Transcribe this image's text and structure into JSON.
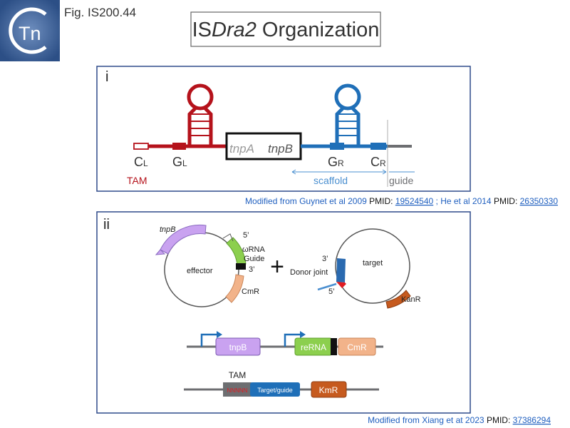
{
  "header": {
    "logo_text": "Tn",
    "fig_label": "Fig. IS200.44",
    "title_prefix": "IS",
    "title_italic": "Dra2",
    "title_suffix": " Organization"
  },
  "panel_i": {
    "label": "i",
    "left_c_main": "C",
    "left_c_sub": "L",
    "left_g_main": "G",
    "left_g_sub": "L",
    "tam": "TAM",
    "gene_a": "tnpA",
    "gene_b": "tnpB",
    "right_g_main": "G",
    "right_g_sub": "R",
    "right_c_main": "C",
    "right_c_sub": "R",
    "scaffold": "scaffold",
    "guide": "guide",
    "citation": {
      "text1": "Modified from Guynet et al 2009 ",
      "pmid_label1": "PMID: ",
      "pmid1": "19524540",
      "text2": " ; He et al 2014 ",
      "pmid_label2": "PMID: ",
      "pmid2": "26350330"
    }
  },
  "panel_ii": {
    "label": "ii",
    "effector": {
      "name": "effector",
      "tnpb": "tnpB",
      "five_prime": "5’",
      "omega_rna": "ωRNA",
      "guide": "Guide",
      "three_prime": "3’",
      "cmr": "CmR"
    },
    "plus": "+",
    "target": {
      "name": "target",
      "three_prime": "3’",
      "donor_joint": "Donor joint",
      "five_prime": "5’",
      "kanr": "KanR"
    },
    "construct1": {
      "tnpb": "tnpB",
      "rerna": "reRNA",
      "cmr": "CmR"
    },
    "construct2": {
      "tam": "TAM",
      "nnnnn": "NNNNN",
      "target_guide": "Target/guide",
      "kmr": "KmR"
    },
    "citation": {
      "text": "Modified from Xiang et at 2023 ",
      "pmid_label": "PMID: ",
      "pmid": "37386294"
    }
  },
  "colors": {
    "red": "#b5121b",
    "blue": "#1f6fb8",
    "grey": "#6d6e71",
    "panel_border": "#2e4a8a",
    "link": "#1f5fbf",
    "lilac": "#c9a2f0",
    "green": "#8ccf4e",
    "peach": "#f2b38a",
    "rust": "#c65a1e"
  }
}
